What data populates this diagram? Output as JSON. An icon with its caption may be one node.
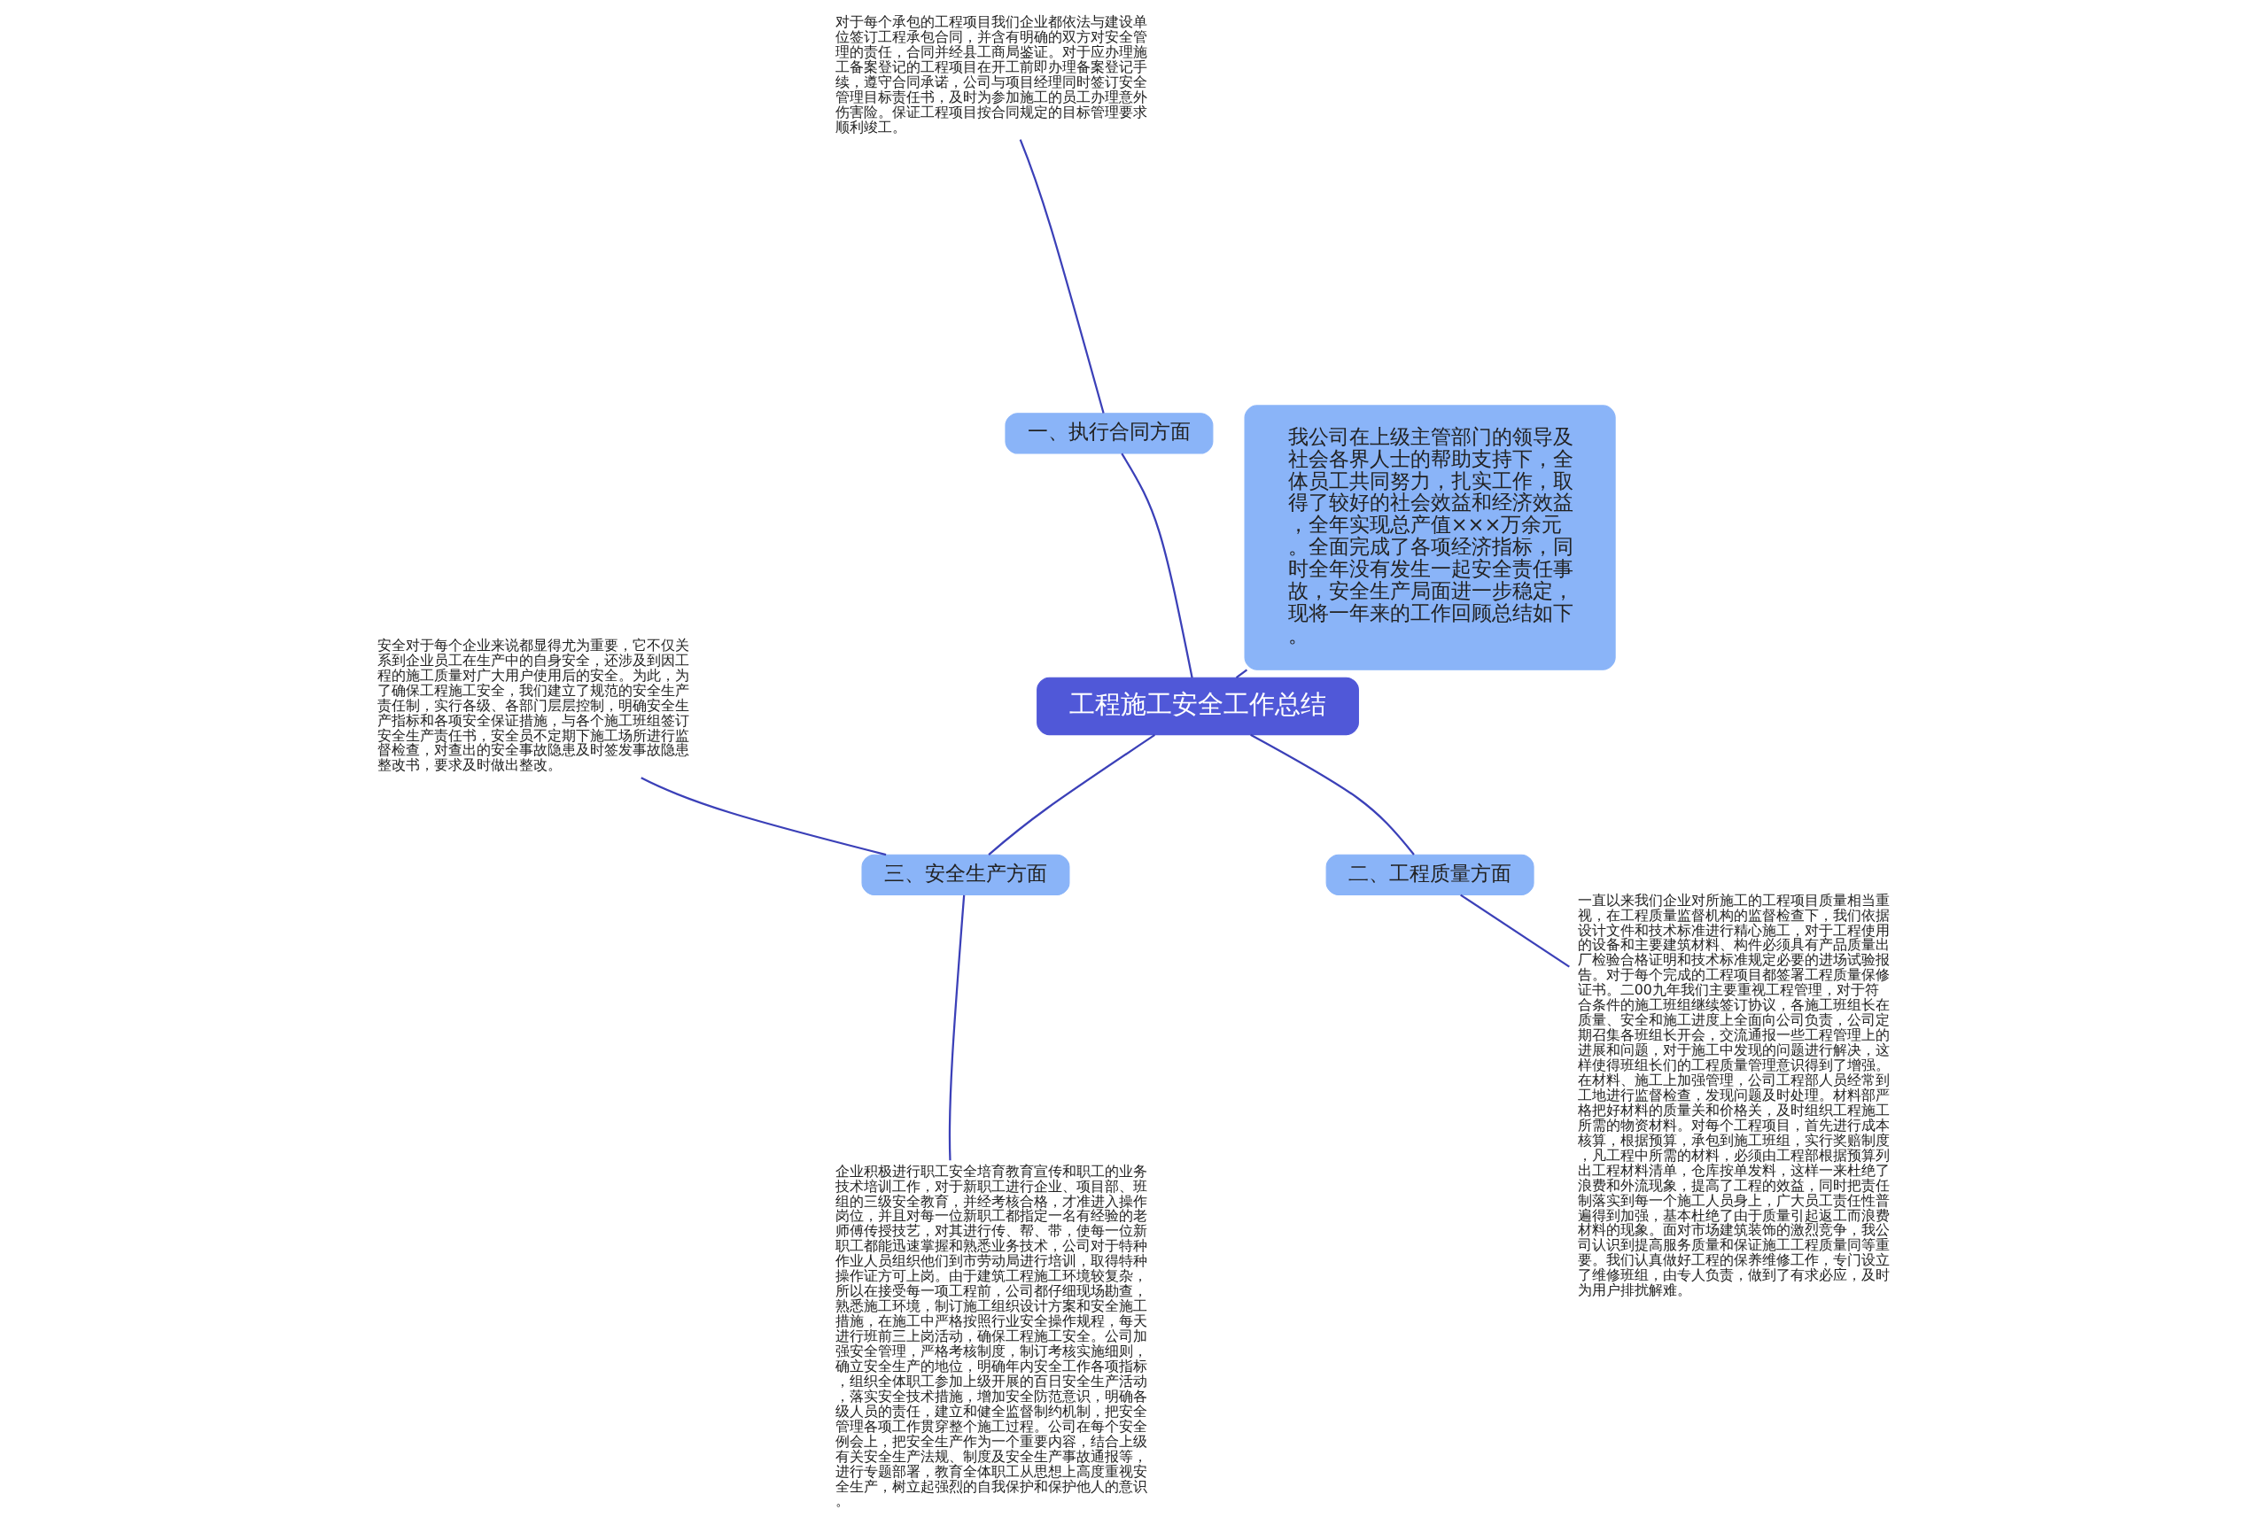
{
  "diagram": {
    "nodes": [
      {
        "text": [
          "工程施工安全工作总结"
        ]
      },
      {
        "text": [
          "我公司在上级主管部门的领导及社会各界人士的帮助支持下，全体员工共同努力，扎实工作，取得了较好的社会效益和经济效益，全年实现总产值×××万余元。全面完成了各项经济指标，同时全年没有发生一起安全责任事故，安全生产局面进一步稳定，现将一年来的工作回顾总结如下。"
        ]
      },
      {
        "text": [
          "一、执行合同方面"
        ]
      },
      {
        "text": [
          "对于每个承包的工程项目我们企业都依法与建设单位签订工程承包合同，并含有明确的双方对安全管理的责任，合同并经县工商局鉴证。对于应办理施工备案登记的工程项目在开工前即办理备案登记手续，遵守合同承诺，公司与项目经理同时签订安全管理目标责任书，及时为参加施工的员工办理意外伤害险。保证工程项目按合同规定的目标管理要求顺利竣工。"
        ]
      },
      {
        "text": [
          "三、安全生产方面"
        ]
      },
      {
        "text": [
          "安全对于每个企业来说都显得尤为重要，它不仅关系到企业员工在生产中的自身安全，还涉及到因工程的施工质量对广大用户使用后的安全。为此，为了确保工程施工安全，我们建立了规范的安全生产责任制，实行各级、各部门层层控制，明确安全生产指标和各项安全保证措施，与各个施工班组签订安全生产责任书，安全员不定期下施工场所进行监督检查，对查出的安全事故隐患及时签发事故隐患整改书，要求及时做出整改。"
        ]
      },
      {
        "text": [
          "企业积极进行职工安全培育教育宣传和职工的业务技术培训工作，对于新职工进行企业、项目部、班组的三级安全教育，并经考核合格，才准进入操作岗位，并且对每一位新职工都指定一名有经验的老师傅传授技艺，对其进行传、帮、带，使每一位新职工都能迅速掌握和熟悉业务技术，公司对于特种作业人员组织他们到市劳动局进行培训，取得特种操作证方可上岗。由于建筑工程施工环境较复杂，所以在接受每一项工程前，公司都仔细现场勘查，熟悉施工环境，制订施工组织设计方案和安全施工措施，在施工中严格按照行业安全操作规程，每天进行班前三上岗活动，确保工程施工安全。公司加强安全管理，严格考核制度，制订考核实施细则，确立安全生产的地位，明确年内安全工作各项指标，组织全体职工参加上级开展的百日安全生产活动，落实安全技术措施，增加安全防范意识，明确各级人员的责任，建立和健全监督制约机制，把安全管理各项工作贯穿整个施工过程。公司在每个安全例会上，把安全生产作为一个重要内容，结合上级有关安全生产法规、制度及安全生产事故通报等，进行专题部署，教育全体职工从思想上高度重视安全生产，树立起强烈的自我保护和保护他人的意识。"
        ]
      },
      {
        "text": [
          "二、工程质量方面"
        ]
      },
      {
        "text": [
          "一直以来我们企业对所施工的工程项目质量相当重视，在工程质量监督机构的监督检查下，我们依据设计文件和技术标准进行精心施工，对于工程使用的设备和主要建筑材料、构件必须具有产品质量出厂检验合格证明和技术标准规定必要的进场试验报告。对于每个完成的工程项目都签署工程质量保修证书。二00九年我们主要重视工程管理，对于符合条件的施工班组继续签订协议，各施工班组长在质量、安全和施工进度上全面向公司负责，公司定期召集各班组长开会，交流通报一些工程管理上的进展和问题，对于施工中发现的问题进行解决，这样使得班组长们的工程质量管理意识得到了增强。在材料、施工上加强管理，公司工程部人员经常到工地进行监督检查，发现问题及时处理。材料部严格把好材料的质量关和价格关，及时组织工程施工所需的物资材料。对每个工程项目，首先进行成本核算，根据预算，承包到施工班组，实行奖赔制度，凡工程中所需的材料，必须由工程部根据预算列出工程材料清单，仓库按单发料，这样一来杜绝了浪费和外流现象，提高了工程的效益，同时把责任制落实到每一个施工人员身上，广大员工责任性普遍得到加强，基本杜绝了由于质量引起返工而浪费材料的现象。面对市场建筑装饰的激烈竞争，我公司认识到提高服务质量和保证施工工程质量同等重要。我们认真做好工程的保养维修工作，专门设立了维修班组，由专人负责，做到了有求必应，及时为用户排扰解难。"
        ]
      }
    ],
    "edges": [
      {
        "from": 0,
        "to": 1,
        "arrow": "none"
      },
      {
        "from": 0,
        "to": 2,
        "arrow": "none"
      },
      {
        "from": 0,
        "to": 4,
        "arrow": "none"
      },
      {
        "from": 0,
        "to": 7,
        "arrow": "none"
      },
      {
        "from": 2,
        "to": 3,
        "arrow": "none"
      },
      {
        "from": 4,
        "to": 5,
        "arrow": "none"
      },
      {
        "from": 4,
        "to": 6,
        "arrow": "none"
      },
      {
        "from": 7,
        "to": 8,
        "arrow": "none"
      }
    ]
  }
}
